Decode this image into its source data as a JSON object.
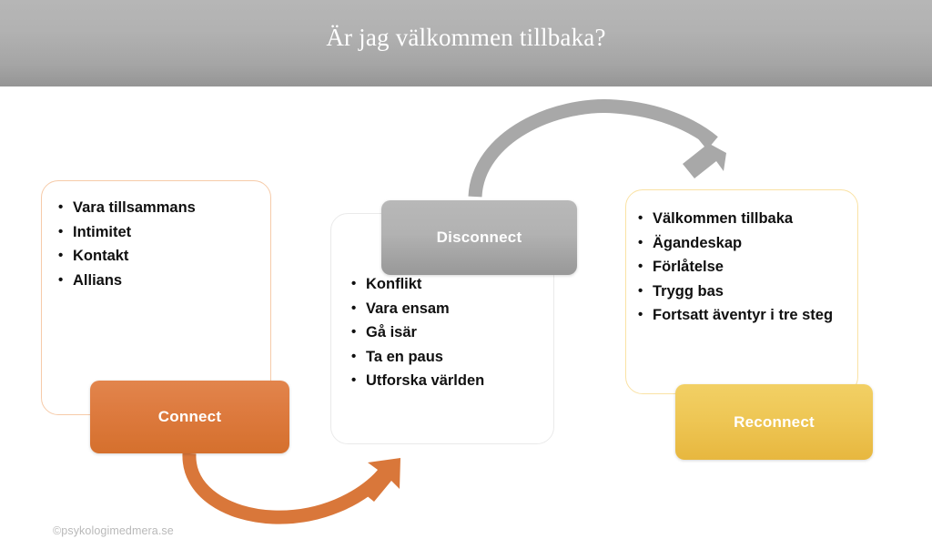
{
  "slide": {
    "title": "Är jag välkommen tillbaka?",
    "footer_credit": "©psykologimedmera.se"
  },
  "colors": {
    "header_gradient_top": "#b6b6b6",
    "header_gradient_bottom": "#959595",
    "connect_orange": "#dd7a3e",
    "disconnect_gray": "#b2b2b2",
    "reconnect_yellow": "#eec654",
    "connect_card_border": "#f6cba9",
    "disconnect_card_border": "#eaeaea",
    "reconnect_card_border": "#fae2a4",
    "bullet_text": "#101010",
    "chip_text": "#ffffff",
    "footer_text": "#b9b9b9"
  },
  "stages": {
    "connect": {
      "label": "Connect",
      "items": [
        "Vara tillsammans",
        "Intimitet",
        "Kontakt",
        "Allians"
      ]
    },
    "disconnect": {
      "label": "Disconnect",
      "items": [
        "Konflikt",
        "Vara ensam",
        "Gå isär",
        "Ta en paus",
        "Utforska världen"
      ]
    },
    "reconnect": {
      "label": "Reconnect",
      "items": [
        "Välkommen tillbaka",
        "Ägandeskap",
        "Förlåtelse",
        "Trygg bas",
        "Fortsatt äventyr i tre steg"
      ]
    }
  },
  "arrows": [
    {
      "name": "disconnect-to-reconnect-arrow",
      "from": "Disconnect",
      "to": "Reconnect",
      "color": "#a8a8a8",
      "direction": "up-over-right"
    },
    {
      "name": "connect-to-disconnect-arrow",
      "from": "Connect",
      "to": "Disconnect",
      "color": "#d9773a",
      "direction": "down-under-right"
    }
  ]
}
